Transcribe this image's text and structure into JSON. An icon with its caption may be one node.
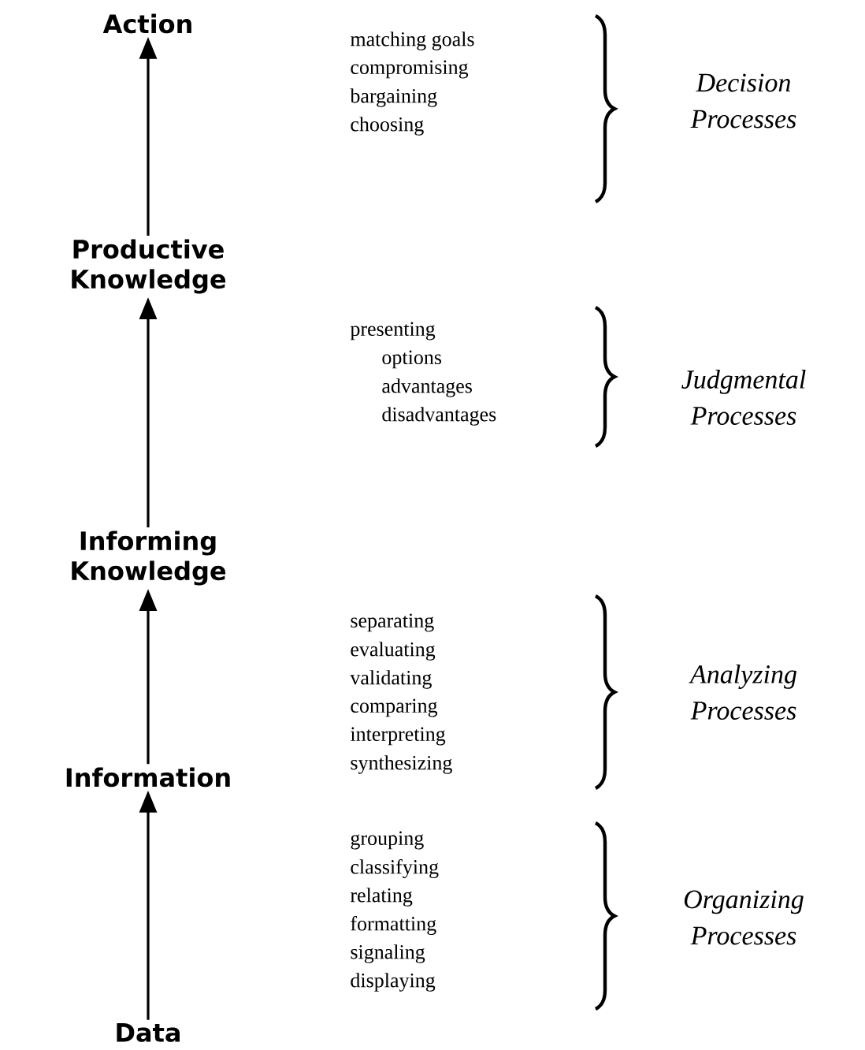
{
  "diagram": {
    "nodes": [
      {
        "text": [
          "Action"
        ]
      },
      {
        "text": [
          "Productive Knowledge"
        ]
      },
      {
        "text": [
          "Informing Knowledge"
        ]
      },
      {
        "text": [
          "Information"
        ]
      },
      {
        "text": [
          "Data"
        ]
      }
    ],
    "edges": [
      {
        "from": 4,
        "to": 3,
        "arrow": "to"
      },
      {
        "from": 3,
        "to": 2,
        "arrow": "to"
      },
      {
        "from": 2,
        "to": 1,
        "arrow": "to"
      },
      {
        "from": 1,
        "to": 0,
        "arrow": "to"
      }
    ],
    "labels": [
      "matching goals",
      "compromising",
      "bargaining",
      "choosing",
      "Decision Processes",
      "presenting",
      "options",
      "advantages",
      "disadvantages",
      "Judgmental Processes",
      "separating",
      "evaluating",
      "validating",
      "comparing",
      "interpreting",
      "synthesizing",
      "Analyzing Processes",
      "grouping",
      "classifying",
      "relating",
      "formatting",
      "signaling",
      "displaying",
      "Organizing Processes"
    ]
  }
}
